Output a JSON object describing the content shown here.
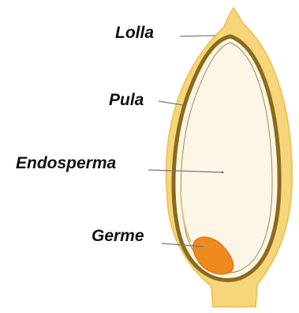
{
  "diagram": {
    "labels": {
      "lolla": "Lolla",
      "pula": "Pula",
      "endosperma": "Endosperma",
      "germe": "Germe"
    },
    "colors": {
      "lemma_fill": "#f7d57a",
      "lemma_edge": "#eec55a",
      "pericarp": "#8b6a1c",
      "endosperm": "#fbf6e6",
      "germ": "#ef8a1e",
      "leader_line": "#777777"
    }
  }
}
